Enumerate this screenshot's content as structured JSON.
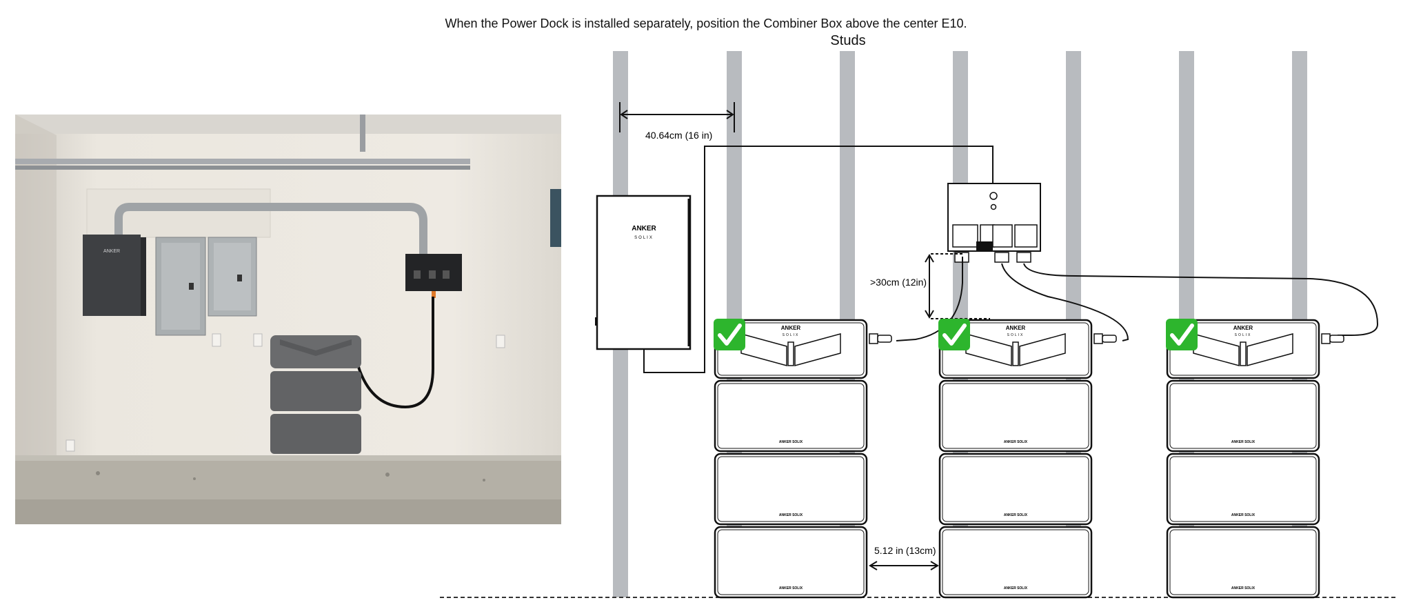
{
  "caption": "When the Power Dock is installed separately, position the Combiner Box above the center E10.",
  "studs_label": "Studs",
  "dimensions": {
    "stud_spacing": "40.64cm (16 in)",
    "min_height_above": ">30cm (12in)",
    "unit_gap": "5.12 in (13cm)"
  },
  "brand": {
    "logo_line1": "ANKER",
    "logo_line2": "SOLIX",
    "footer": "ANKER SOLIX"
  },
  "colors": {
    "stud": "#b8bbbf",
    "check_bg": "#2db52d",
    "line": "#111111"
  },
  "icons": {
    "approved": "check-mark-icon"
  }
}
